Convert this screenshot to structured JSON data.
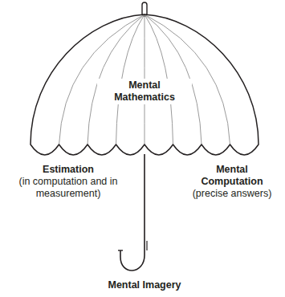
{
  "diagram": {
    "nodes": [
      {
        "text": [
          "Mental Mathematics"
        ]
      }
    ],
    "labels": [
      "Estimation",
      "(in computation and in measurement)",
      "Mental Computation",
      "(precise answers)",
      "Mental Imagery"
    ]
  }
}
